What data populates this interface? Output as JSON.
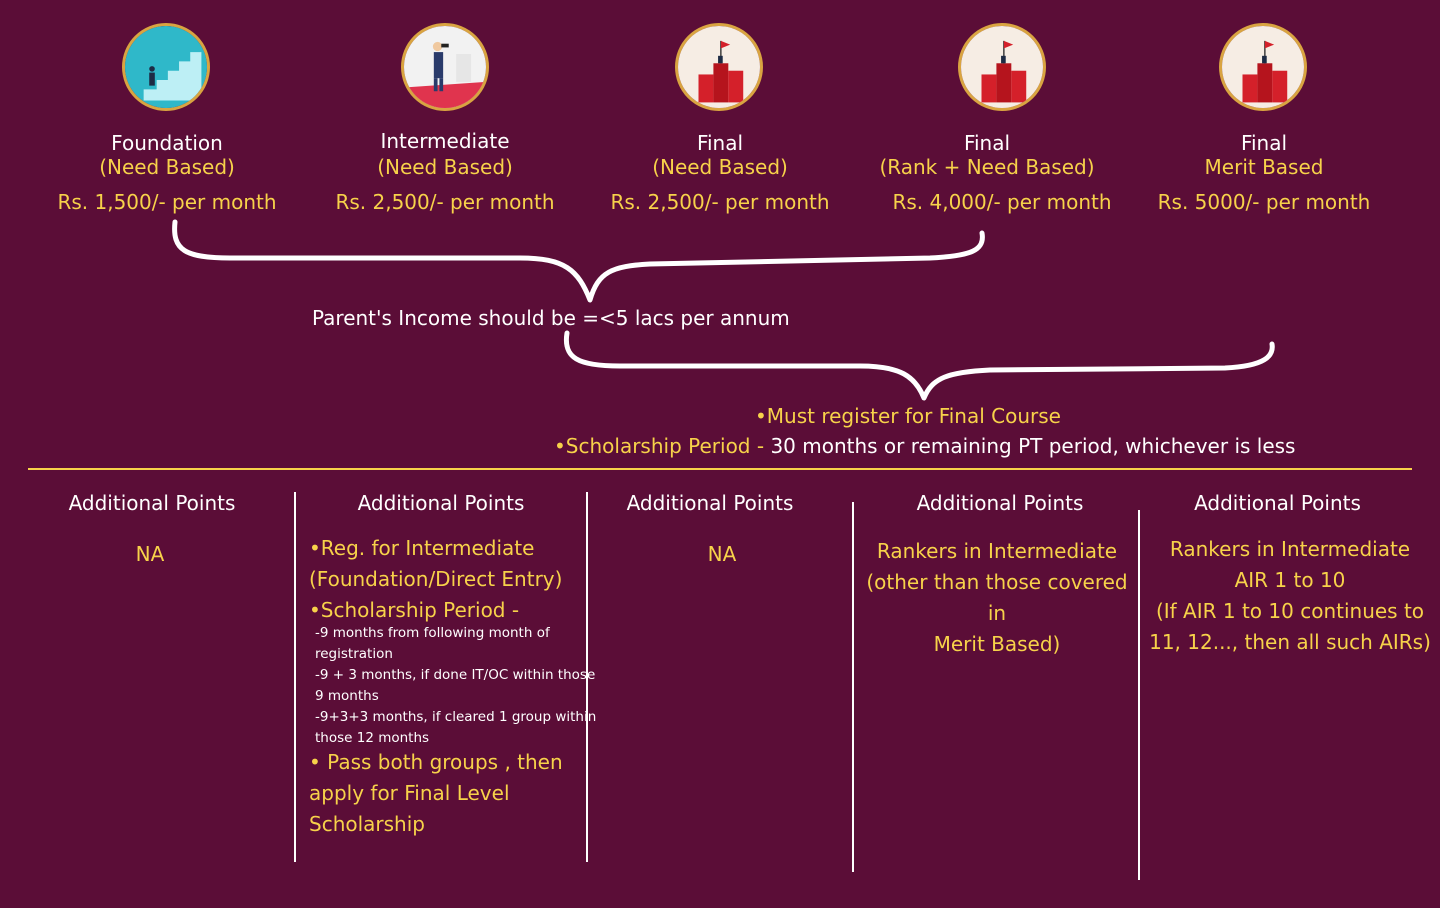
{
  "levels": [
    {
      "title": "Foundation",
      "basis": "(Need Based)",
      "amount": "Rs. 1,500/- per month"
    },
    {
      "title": "Intermediate",
      "basis": "(Need Based)",
      "amount": "Rs. 2,500/- per month"
    },
    {
      "title": "Final",
      "basis": "(Need Based)",
      "amount": "Rs. 2,500/- per month"
    },
    {
      "title": "Final",
      "basis": "(Rank + Need Based)",
      "amount": "Rs. 4,000/- per month"
    },
    {
      "title": "Final",
      "basis": "Merit Based",
      "amount": "Rs. 5000/- per month"
    }
  ],
  "income_condition": "Parent's Income should be =<5 lacs per annum",
  "final_conditions": {
    "register": "•Must register for Final Course",
    "period_label": "•Scholarship Period - ",
    "period_text": "30 months or remaining PT period, whichever is less"
  },
  "columns": [
    {
      "heading": "Additional Points",
      "text": "NA"
    },
    {
      "heading": "Additional Points",
      "reg": "•Reg. for Intermediate",
      "reg2": "(Foundation/Direct Entry)",
      "period": "•Scholarship Period -",
      "notes": [
        "-9 months from following month of",
        "registration",
        "-9 + 3 months, if done IT/OC within those",
        "9 months",
        "-9+3+3 months, if cleared 1 group within",
        "those 12 months"
      ],
      "pass": [
        "• Pass both groups , then",
        "apply for Final Level",
        "Scholarship"
      ]
    },
    {
      "heading": "Additional Points",
      "text": "NA"
    },
    {
      "heading": "Additional Points",
      "lines": [
        "Rankers in Intermediate",
        "(other than those covered in",
        "Merit Based)"
      ]
    },
    {
      "heading": "Additional Points",
      "lines": [
        "Rankers in Intermediate",
        "AIR 1 to 10",
        "(If AIR 1 to 10 continues to",
        "11, 12..., then all such AIRs)"
      ]
    }
  ],
  "colors": {
    "background": "#5b0d37",
    "gold": "#f7d24a",
    "white": "#ffffff",
    "icon_border": "#d9a441"
  },
  "icons": [
    "stairs-climb-icon",
    "binocular-man-icon",
    "podium-flag-icon",
    "podium-flag-icon",
    "podium-flag-icon"
  ]
}
